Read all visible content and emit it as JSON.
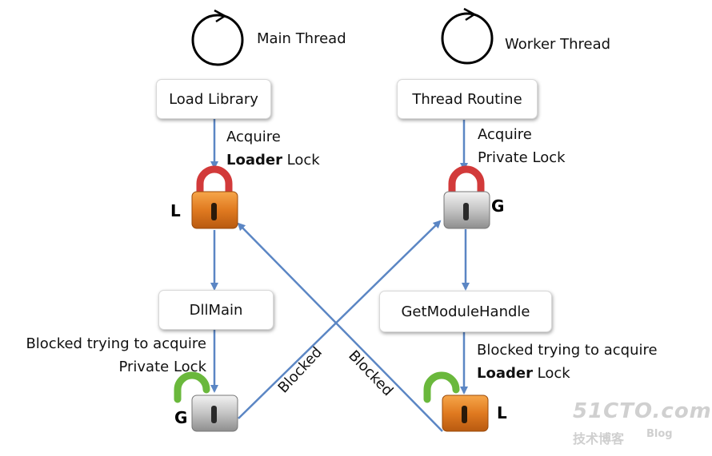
{
  "threads": {
    "main": {
      "label": "Main Thread"
    },
    "worker": {
      "label": "Worker Thread"
    }
  },
  "boxes": {
    "load_library": "Load Library",
    "thread_routine": "Thread Routine",
    "dllmain": "DllMain",
    "get_module_handle": "GetModuleHandle"
  },
  "labels": {
    "acquire_loader_line1": "Acquire",
    "acquire_loader_line2_bold": "Loader",
    "acquire_loader_line2_rest": " Lock",
    "acquire_private_line1": "Acquire",
    "acquire_private_line2": "Private Lock",
    "blocked_left_line1": "Blocked trying to acquire",
    "blocked_left_line2": "Private Lock",
    "blocked_right_line1": "Blocked trying to acquire",
    "blocked_right_line2_bold": "Loader",
    "blocked_right_line2_rest": " Lock",
    "blocked_diag_1": "Blocked",
    "blocked_diag_2": "Blocked"
  },
  "locks": {
    "main_loader": {
      "letter": "L",
      "state": "locked",
      "color": "#e07a20"
    },
    "worker_private": {
      "letter": "G",
      "state": "locked",
      "color": "#b8b8b8"
    },
    "main_waiting": {
      "letter": "G",
      "state": "open",
      "color": "#b8b8b8"
    },
    "worker_waiting": {
      "letter": "L",
      "state": "open",
      "color": "#e07a20"
    }
  },
  "watermark": {
    "site": "51CTO.com",
    "sub": "技术博客",
    "blog": "Blog"
  },
  "colors": {
    "arrow": "#5b86c4",
    "shackle_locked": "#d23a3a",
    "shackle_open": "#6ab83c",
    "orange_lock": "#e07a20",
    "gray_lock": "#b8b8b8"
  }
}
